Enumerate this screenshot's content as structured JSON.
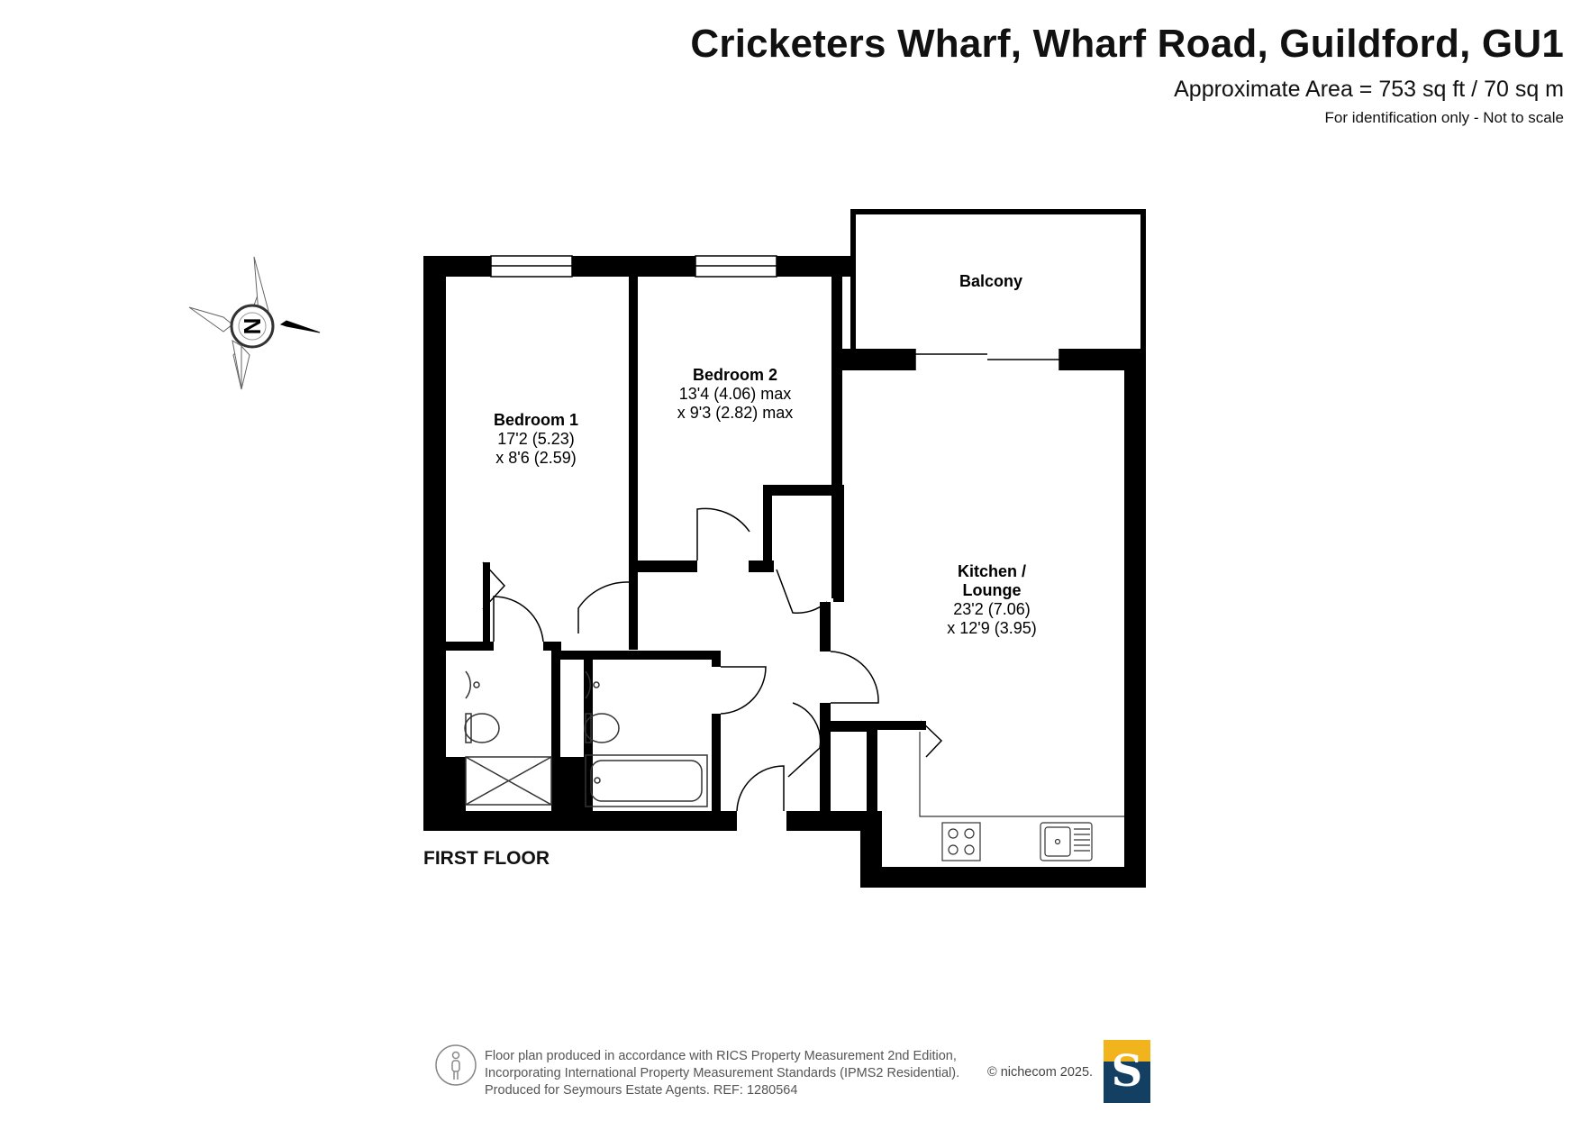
{
  "header": {
    "title": "Cricketers Wharf, Wharf Road, Guildford, GU1",
    "area": "Approximate Area = 753 sq ft / 70 sq m",
    "note": "For identification only - Not to scale"
  },
  "compass": {
    "label": "N",
    "icon": "compass-rose-icon"
  },
  "rooms": {
    "bedroom1": {
      "name": "Bedroom 1",
      "dim1": "17'2 (5.23)",
      "dim2": "x 8'6 (2.59)"
    },
    "bedroom2": {
      "name": "Bedroom 2",
      "dim1": "13'4 (4.06) max",
      "dim2": "x 9'3 (2.82) max"
    },
    "balcony": {
      "name": "Balcony"
    },
    "kitchen": {
      "name_line1": "Kitchen /",
      "name_line2": "Lounge",
      "dim1": "23'2 (7.06)",
      "dim2": "x 12'9 (3.95)"
    }
  },
  "floor_label": "FIRST FLOOR",
  "footer": {
    "line1": "Floor plan produced in accordance with RICS Property Measurement 2nd Edition,",
    "line2": "Incorporating International Property Measurement Standards (IPMS2 Residential).",
    "line3": "Produced for Seymours Estate Agents.   REF: 1280564",
    "copyright": "© nichecom 2025."
  },
  "logo": {
    "letter": "S",
    "colors": {
      "gold": "#f2b41c",
      "navy": "#133f63"
    }
  },
  "colors": {
    "wall": "#000000",
    "fixture_stroke": "#333333",
    "background": "#ffffff"
  }
}
